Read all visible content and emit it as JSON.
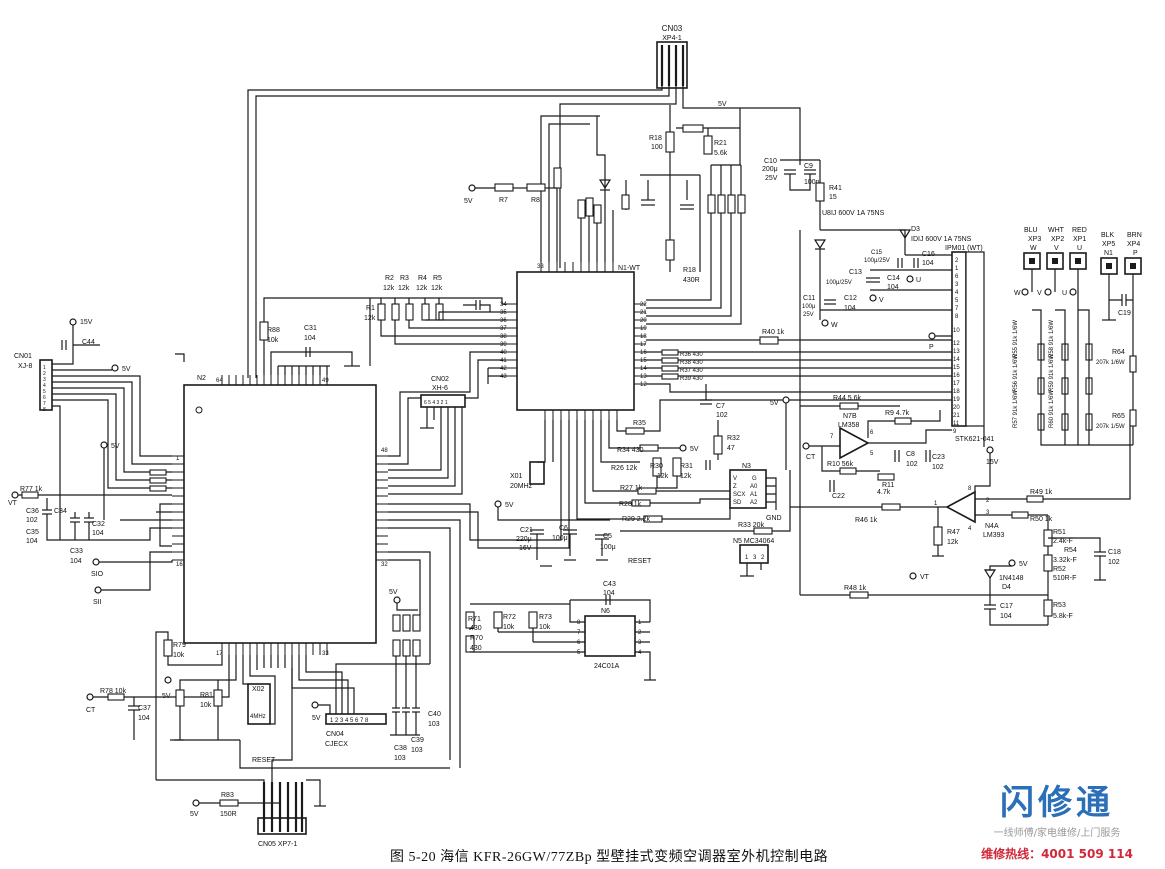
{
  "figure": {
    "caption": "图 5-20 海信 KFR-26GW/77ZBp 型壁挂式变频空调器室外机控制电路"
  },
  "watermark": {
    "logo": "闪修通",
    "tagline": "一线师傅/家电维修/上门服务",
    "hotline": "维修热线：4001 509 114",
    "color": "#2a6fb8"
  },
  "chips": {
    "n2": "N2",
    "n1": "N1-WT",
    "n6": "N6",
    "n6_part": "24C01A",
    "n3": "N3",
    "n5": "N5 MC34064",
    "n7b": "N7B",
    "n7b_part": "LM358",
    "n4a": "N4A",
    "n4a_part": "LM393",
    "ipm_ref": "IPM01 (WT)",
    "ipm_part": "STK621-041",
    "x01": "X01",
    "x01_freq": "20MHz",
    "x02": "X02",
    "x02_freq": "4MHz"
  },
  "connectors": {
    "cn03": "CN03",
    "cn03_sub": "XP4-1",
    "cn01": "CN01",
    "cn01_sub": "XJ-8",
    "cn02": "CN02",
    "cn02_sub": "XH-6",
    "cn04": "CN04",
    "cn04_sub": "CJECX",
    "cn05": "CN05 XP7-1"
  },
  "terminals": [
    {
      "top": "BLU",
      "sub": "XP3",
      "sig": "W"
    },
    {
      "top": "WHT",
      "sub": "XP2",
      "sig": "V"
    },
    {
      "top": "RED",
      "sub": "XP1",
      "sig": "U"
    },
    {
      "top": "BLK",
      "sub": "XP5",
      "sig": "N1"
    },
    {
      "top": "BRN",
      "sub": "XP4",
      "sig": "P"
    }
  ],
  "labels": {
    "v5": "5V",
    "v15": "15V",
    "vt": "VT",
    "ct": "CT",
    "sio": "SIO",
    "sii": "SII",
    "reset": "RESET",
    "gnd": "GND",
    "w": "W",
    "v": "V",
    "u": "U",
    "p": "P"
  },
  "parts": {
    "r7": "R7",
    "r8": "R8",
    "r18a": "R18",
    "r18a_v": "100",
    "r21": "R21",
    "r21_v": "5.6k",
    "r18b": "R18",
    "r18b_v": "430R",
    "c10": "C10",
    "c10_v1": "200μ",
    "c10_v2": "25V",
    "c9": "C9",
    "c9_v": "100n",
    "r41": "R41",
    "r41_v": "15",
    "d_ug": "U8IJ 600V 1A 75NS",
    "d3": "D3",
    "d3_v": "IDIJ 600V 1A 75NS",
    "c15": "C15",
    "c15_v": "100μ/25V",
    "c16": "C16",
    "c16_v": "104",
    "c13": "C13",
    "c13_v": "100μ/25V",
    "c14": "C14",
    "c14_v": "104",
    "c11": "C11",
    "c11_v1": "100μ",
    "c11_v2": "25V",
    "c12": "C12",
    "c12_v": "104",
    "r2": "R2",
    "r3": "R3",
    "r4": "R4",
    "r5": "R5",
    "r12k": "12k",
    "r1": "R1",
    "r1_v": "12k",
    "r88": "R88",
    "r88_v": "10k",
    "c31": "C31",
    "c31_v": "104",
    "c44": "C44",
    "r40": "R40 1k",
    "r36_39": [
      "R36 430",
      "R38 430",
      "R37 430",
      "R39 430"
    ],
    "c7": "C7",
    "c7_v": "102",
    "r35": "R35",
    "r34": "R34 430",
    "r26": "R26 12k",
    "r32": "R32",
    "r32_v": "47",
    "r30": "R30",
    "r30_v": "12k",
    "r31": "R31",
    "r31_v": "12k",
    "r27": "R27 1k",
    "r28": "R28 1k",
    "r29": "R29 2.2k",
    "r33": "R33 20k",
    "c21": "C21",
    "c21_v1": "220μ",
    "c21_v2": "16V",
    "c6": "C6",
    "c6_v": "100μ",
    "c5": "C5",
    "c5_v": "100μ",
    "r44": "R44 5.6k",
    "r9": "R9 4.7k",
    "r10": "R10 56k",
    "r11": "R11",
    "r11_v": "4.7k",
    "c8": "C8",
    "c8_v": "102",
    "c22": "C22",
    "c23": "C23",
    "c23_v": "102",
    "r49": "R49 1k",
    "r50": "R50 1k",
    "r46": "R46 1k",
    "r47": "R47",
    "r47_v": "12k",
    "r48": "R48 1k",
    "d4": "1N4148",
    "d4_ref": "D4",
    "c17": "C17",
    "c17_v": "104",
    "r51": "R51",
    "r51_v": "2.4k-F",
    "r54": "R54",
    "r54_v": "3.32k-F",
    "r52": "R52",
    "r52_v": "510R-F",
    "r53": "R53",
    "r53_v": "5.8k-F",
    "c18": "C18",
    "c18_v": "102",
    "r55_60": [
      "R55 91k 1/6W",
      "R56 91k 1/6W",
      "R57 91k 1/6W",
      "R58 91k 1/6W",
      "R59 91k 1/6W",
      "R60 91k 1/6W"
    ],
    "r64": "R64",
    "r64_v": "207k 1/6W",
    "r65": "R65",
    "r65_v": "207k 1/5W",
    "c19": "C19",
    "r77": "R77 1k",
    "c36": "C36",
    "c36_v": "102",
    "c34": "C34",
    "c32": "C32",
    "c32_v": "104",
    "c35": "C35",
    "c35_v": "104",
    "c33": "C33",
    "c33_v": "104",
    "r79": "R79",
    "r79_v": "10k",
    "r78": "R78 10k",
    "c37": "C37",
    "c37_v": "104",
    "r81": "R81",
    "r81_v": "10k",
    "r83": "R83",
    "r83_v": "150R",
    "c43": "C43",
    "c43_v": "104",
    "r71": "R71",
    "r71_v": "430",
    "r72": "R72",
    "r72_v": "10k",
    "r73": "R73",
    "r73_v": "10k",
    "r70": "R70",
    "r70_v": "430",
    "c38": "C38",
    "c38_v": "103",
    "c39": "C39",
    "c39_v": "103",
    "c40": "C40",
    "c40_v": "103",
    "n3_pins": [
      "V",
      "Z",
      "SCX",
      "SD",
      "G",
      "A0",
      "A1",
      "A2"
    ]
  }
}
